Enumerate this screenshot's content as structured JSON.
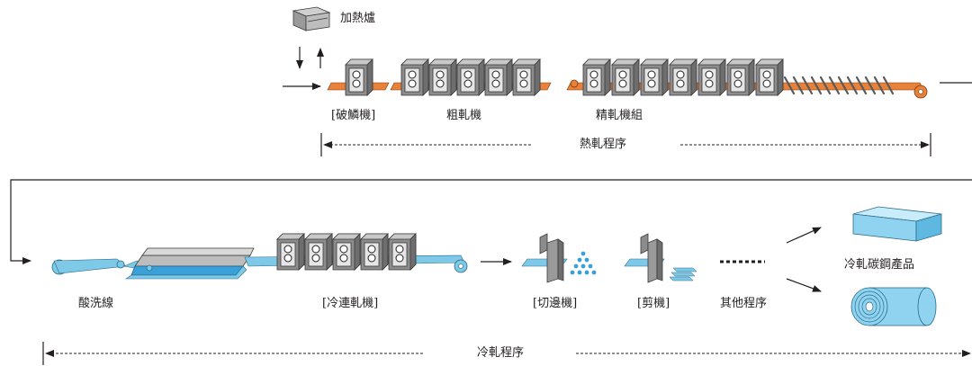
{
  "hot_rolling": {
    "furnace_label": "加熱爐",
    "scale_breaker_label": "[破鱗機]",
    "roughing_mill_label": "粗軋機",
    "finishing_mill_label": "精軋機組",
    "section_label": "熱軋程序"
  },
  "cold_rolling": {
    "pickling_line_label": "酸洗線",
    "tandem_mill_label": "[冷連軋機]",
    "edge_trimmer_label": "[切邊機]",
    "shear_label": "[剪機]",
    "other_process_label": "其他程序",
    "product_label": "冷軋碳鋼產品",
    "section_label": "冷軋程序"
  },
  "colors": {
    "hot_strip": "#e8823a",
    "cold_strip": "#7ec8e8",
    "machine_gray": "#9a9a9a",
    "product_blue": "#8fd3f0",
    "line": "#231f20"
  },
  "icons": [
    "furnace-icon",
    "mill-stand-icon",
    "coil-icon",
    "steel-block-icon",
    "edge-trimmer-icon",
    "shear-icon"
  ]
}
